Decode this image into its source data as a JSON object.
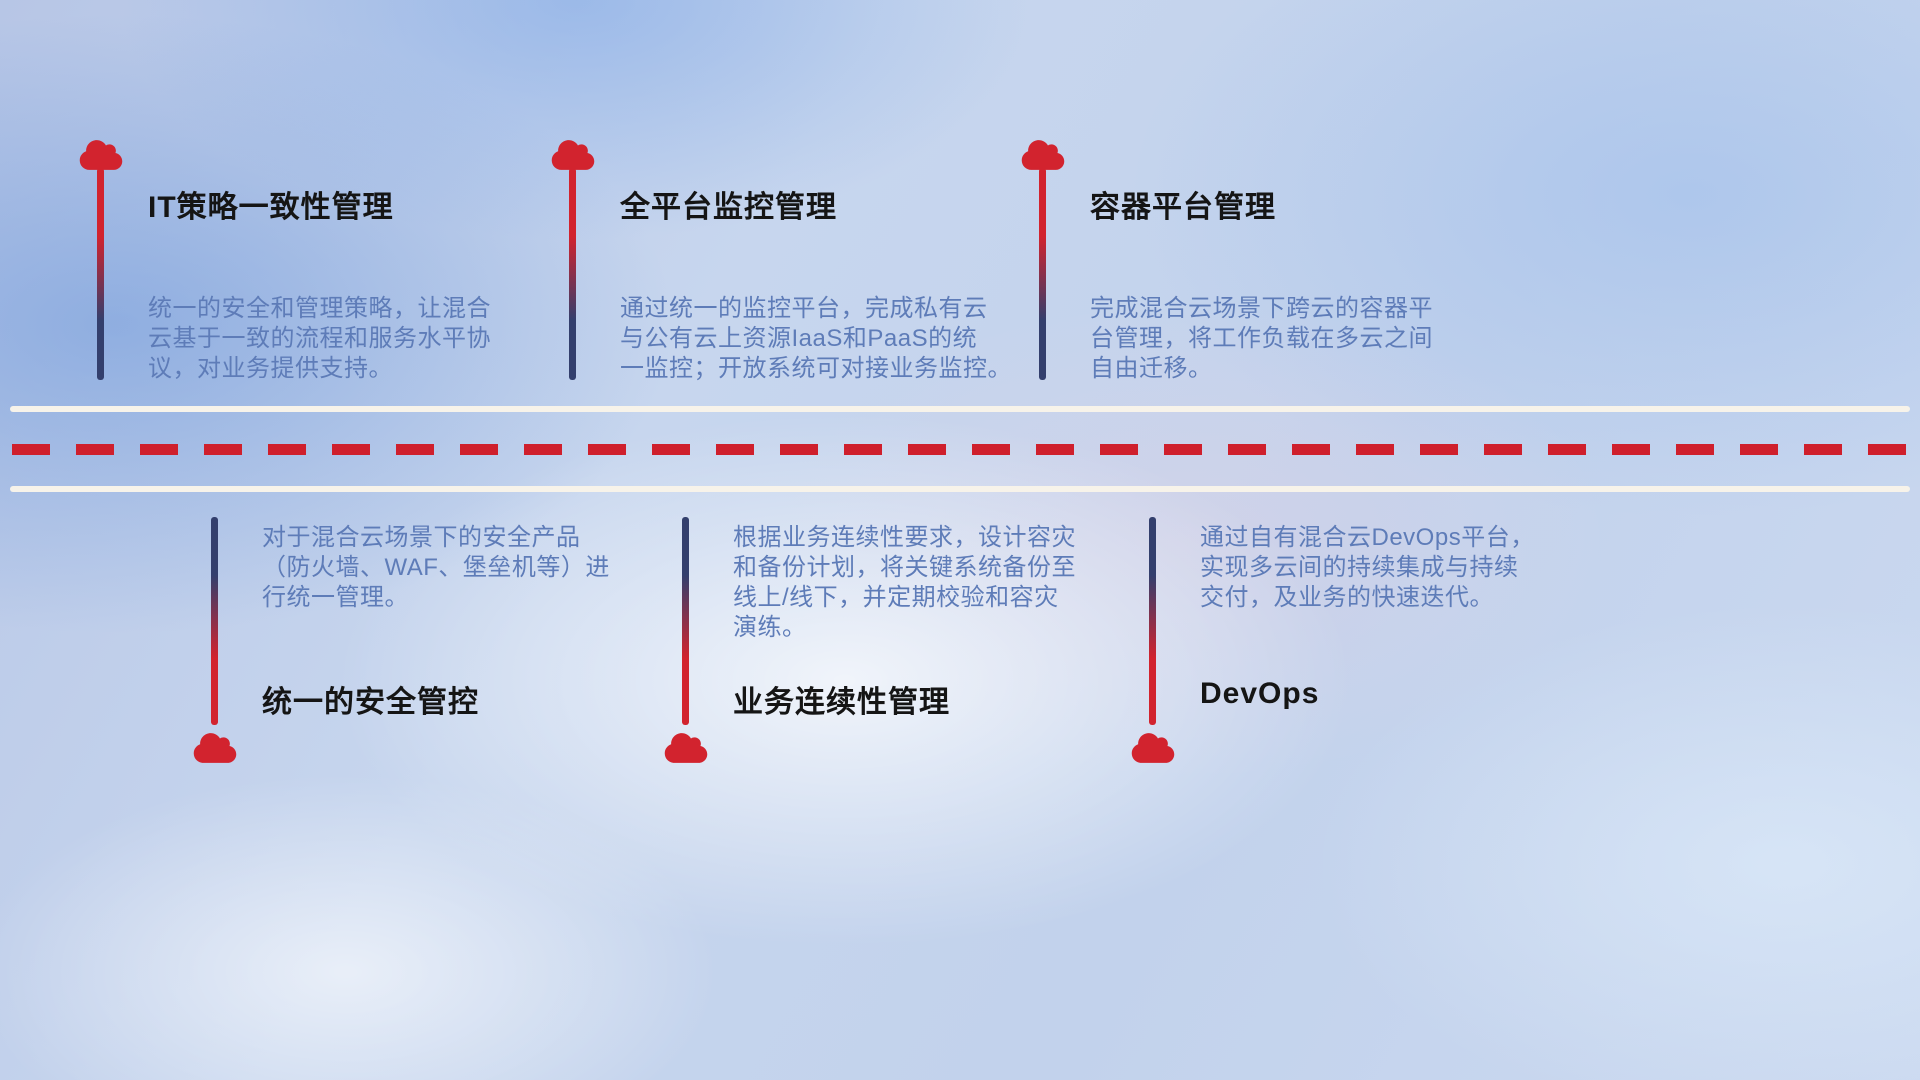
{
  "top_items": [
    {
      "title": "IT策略一致性管理",
      "description": "统一的安全和管理策略，让混合\n云基于一致的流程和服务水平协\n议，对业务提供支持。"
    },
    {
      "title": "全平台监控管理",
      "description": "通过统一的监控平台，完成私有云\n与公有云上资源IaaS和PaaS的统\n一监控；开放系统可对接业务监控。"
    },
    {
      "title": "容器平台管理",
      "description": "完成混合云场景下跨云的容器平\n台管理，将工作负载在多云之间\n自由迁移。"
    }
  ],
  "bottom_items": [
    {
      "title": "统一的安全管控",
      "description": "对于混合云场景下的安全产品\n（防火墙、WAF、堡垒机等）进\n行统一管理。"
    },
    {
      "title": "业务连续性管理",
      "description": "根据业务连续性要求，设计容灾\n和备份计划，将关键系统备份至\n线上/线下，并定期校验和容灾\n演练。"
    },
    {
      "title": "DevOps",
      "description": "通过自有混合云DevOps平台，\n实现多云间的持续集成与持续\n交付，及业务的快速迭代。"
    }
  ],
  "icons": {
    "cloud": "cloud-icon"
  },
  "colors": {
    "cloud_red": "#d2232e",
    "stem_navy": "#333f6d",
    "dash_red": "#cf1f2c",
    "road_line": "#f7f3ea",
    "title_text": "#151515",
    "description_text": "#5e7cb8"
  }
}
